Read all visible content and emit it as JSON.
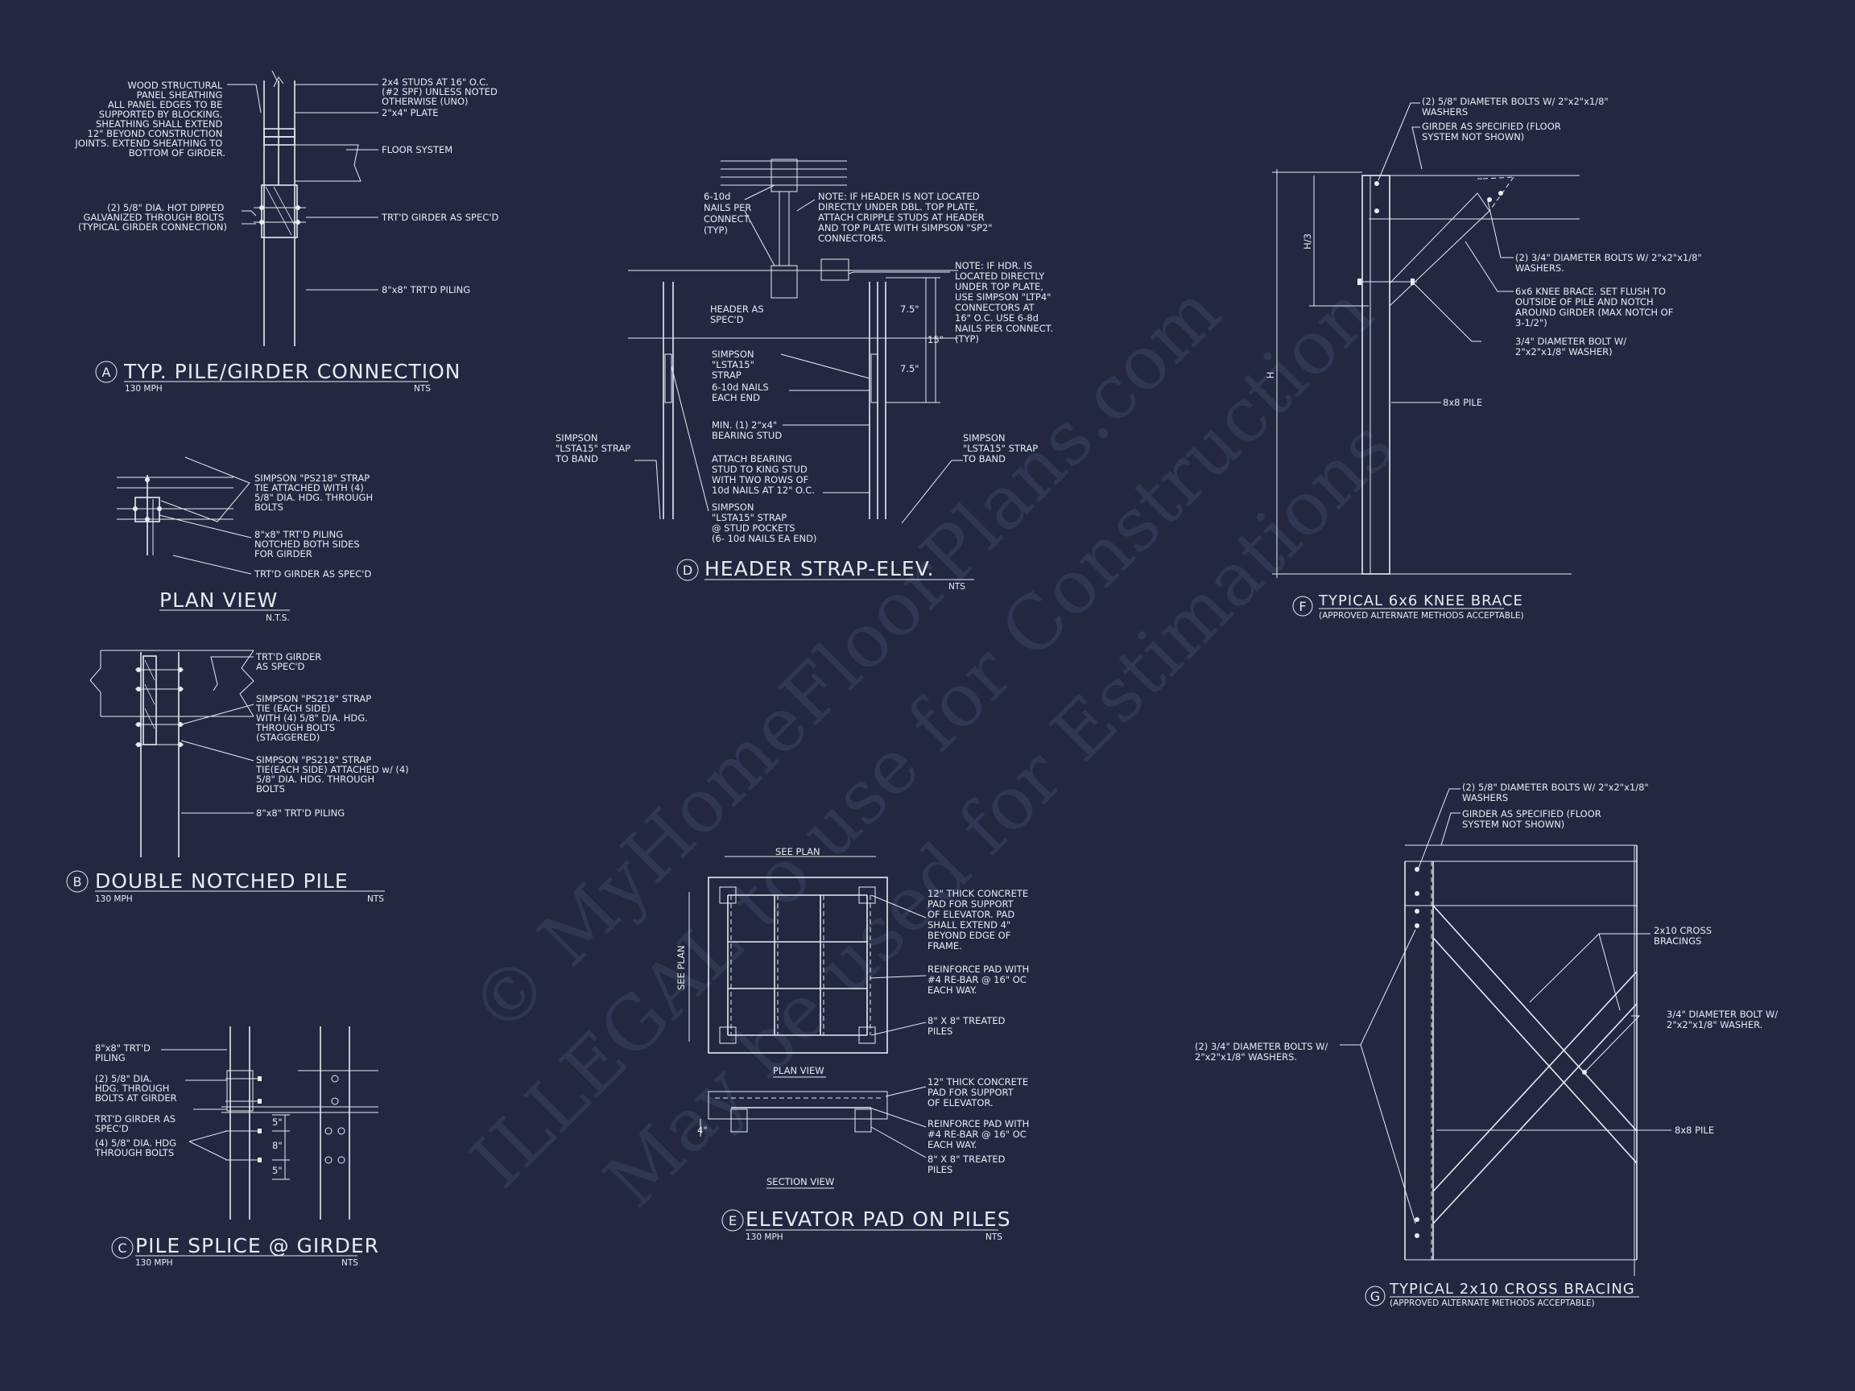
{
  "watermark": {
    "line1": "© MyHomeFloorPlans.com",
    "line2": "ILLEGAL to use for Construction",
    "line3": "May be used for Estimations"
  },
  "details": {
    "A": {
      "bubble": "A",
      "title": "TYP. PILE/GIRDER CONNECTION",
      "wind": "130 MPH",
      "scale": "NTS",
      "notes": {
        "sheathing": [
          "WOOD STRUCTURAL",
          "PANEL SHEATHING",
          "ALL PANEL EDGES TO BE",
          "SUPPORTED BY BLOCKING.",
          "SHEATHING SHALL EXTEND",
          "12\" BEYOND CONSTRUCTION",
          "JOINTS. EXTEND SHEATHING TO",
          "BOTTOM OF GIRDER."
        ],
        "studs": [
          "2x4 STUDS AT 16\" O.C.",
          "(#2 SPF) UNLESS NOTED",
          "OTHERWISE (UNO)"
        ],
        "plate": "2\"x4\" PLATE",
        "floor": "FLOOR SYSTEM",
        "bolts": [
          "(2) 5/8\" DIA. HOT DIPPED",
          "GALVANIZED THROUGH BOLTS",
          "(TYPICAL GIRDER CONNECTION)"
        ],
        "girder": "TRT'D GIRDER AS SPEC'D",
        "piling": "8\"x8\" TRT'D PILING"
      }
    },
    "plan_view": {
      "title": "PLAN VIEW",
      "scale": "N.T.S.",
      "notes": {
        "strap": [
          "SIMPSON \"PS218\" STRAP",
          "TIE ATTACHED WITH (4)",
          "5/8\" DIA. HDG. THROUGH",
          "BOLTS"
        ],
        "piling": [
          "8\"x8\" TRT'D PILING",
          "NOTCHED BOTH SIDES",
          "FOR GIRDER"
        ],
        "girder": "TRT'D GIRDER AS SPEC'D"
      }
    },
    "B": {
      "bubble": "B",
      "title": "DOUBLE NOTCHED PILE",
      "wind": "130 MPH",
      "scale": "NTS",
      "notes": {
        "girder": [
          "TRT'D GIRDER",
          "AS SPEC'D"
        ],
        "strap1": [
          "SIMPSON \"PS218\" STRAP",
          "TIE (EACH SIDE)",
          "WITH (4) 5/8\" DIA. HDG.",
          "THROUGH BOLTS",
          "(STAGGERED)"
        ],
        "strap2": [
          "SIMPSON \"PS218\" STRAP",
          "TIE(EACH SIDE) ATTACHED w/ (4)",
          "5/8\" DIA. HDG. THROUGH",
          "BOLTS"
        ],
        "piling": "8\"x8\" TRT'D PILING"
      }
    },
    "C": {
      "bubble": "C",
      "title": "PILE SPLICE @ GIRDER",
      "wind": "130 MPH",
      "scale": "NTS",
      "notes": {
        "piling": [
          "8\"x8\" TRT'D",
          "PILING"
        ],
        "bolts2": [
          "(2) 5/8\" DIA.",
          "HDG. THROUGH",
          "BOLTS AT GIRDER"
        ],
        "girder": [
          "TRT'D GIRDER AS",
          "SPEC'D"
        ],
        "bolts4": [
          "(4) 5/8\" DIA. HDG",
          "THROUGH BOLTS"
        ],
        "dims": [
          "5\"",
          "8\"",
          "5\""
        ]
      }
    },
    "D": {
      "bubble": "D",
      "title": "HEADER STRAP-ELEV.",
      "scale": "NTS",
      "notes": {
        "nails": [
          "6-10d",
          "NAILS PER",
          "CONNECT.",
          "(TYP)"
        ],
        "note1": [
          "NOTE: IF HEADER IS NOT LOCATED",
          "DIRECTLY UNDER DBL. TOP PLATE,",
          "ATTACH CRIPPLE STUDS AT HEADER",
          "AND TOP PLATE WITH SIMPSON \"SP2\"",
          "CONNECTORS."
        ],
        "note2": [
          "NOTE: IF HDR. IS",
          "LOCATED DIRECTLY",
          "UNDER TOP PLATE,",
          "USE SIMPSON \"LTP4\"",
          "CONNECTORS AT",
          "16\" O.C.  USE 6-8d",
          "NAILS PER CONNECT.",
          "(TYP)"
        ],
        "header": [
          "HEADER AS",
          "SPEC'D"
        ],
        "strap": [
          "SIMPSON",
          "\"LSTA15\"",
          "STRAP"
        ],
        "nails2": [
          "6-10d NAILS",
          "EACH END"
        ],
        "stud": [
          "MIN. (1) 2\"x4\"",
          "BEARING STUD"
        ],
        "attach": [
          "ATTACH BEARING",
          "STUD TO KING STUD",
          "WITH TWO ROWS OF",
          "10d NAILS AT 12\" O.C."
        ],
        "pockets": [
          "SIMPSON",
          "\"LSTA15\" STRAP",
          "@ STUD POCKETS",
          "(6- 10d NAILS EA END)"
        ],
        "band_left": [
          "SIMPSON",
          "\"LSTA15\" STRAP",
          "TO BAND"
        ],
        "band_right": [
          "SIMPSON",
          "\"LSTA15\" STRAP",
          "TO BAND"
        ],
        "dims": [
          "7.5\"",
          "15\"",
          "7.5\""
        ]
      }
    },
    "E": {
      "bubble": "E",
      "title": "ELEVATOR PAD ON PILES",
      "wind": "130 MPH",
      "scale": "NTS",
      "plan_label": "PLAN VIEW",
      "section_label": "SECTION VIEW",
      "see_plan": "SEE PLAN",
      "dim4": "4\"",
      "notes": {
        "pad": [
          "12\" THICK CONCRETE",
          "PAD FOR SUPPORT",
          "OF ELEVATOR. PAD",
          "SHALL EXTEND 4\"",
          "BEYOND EDGE OF",
          "FRAME."
        ],
        "rebar": [
          "REINFORCE PAD WITH",
          "#4 RE-BAR @ 16\" OC",
          "EACH WAY."
        ],
        "piles": [
          "8\" X 8\" TREATED",
          "PILES"
        ],
        "pad2": [
          "12\" THICK CONCRETE",
          "PAD FOR SUPPORT",
          "OF ELEVATOR."
        ],
        "rebar2": [
          "REINFORCE PAD WITH",
          "#4 RE-BAR @ 16\" OC",
          "EACH WAY."
        ],
        "piles2": [
          "8\" X 8\" TREATED",
          "PILES"
        ]
      }
    },
    "F": {
      "bubble": "F",
      "title": "TYPICAL 6x6 KNEE BRACE",
      "subtitle": "(APPROVED ALTERNATE METHODS ACCEPTABLE)",
      "notes": {
        "bolts1": [
          "(2) 5/8\" DIAMETER BOLTS W/ 2\"x2\"x1/8\"",
          "WASHERS"
        ],
        "girder": [
          "GIRDER AS SPECIFIED (FLOOR",
          "SYSTEM NOT SHOWN)"
        ],
        "bolts2": [
          "(2) 3/4\" DIAMETER BOLTS W/ 2\"x2\"x1/8\"",
          "WASHERS."
        ],
        "brace": [
          "6x6 KNEE BRACE. SET FLUSH TO",
          "OUTSIDE OF PILE AND NOTCH",
          "AROUND GIRDER (MAX NOTCH OF",
          "3-1/2\")"
        ],
        "bolt3": [
          "3/4\" DIAMETER BOLT W/",
          "2\"x2\"x1/8\" WASHER)"
        ],
        "pile": "8x8 PILE",
        "dim_h3": "H/3",
        "dim_h": "H"
      }
    },
    "G": {
      "bubble": "G",
      "title": "TYPICAL 2x10 CROSS BRACING",
      "subtitle": "(APPROVED ALTERNATE METHODS ACCEPTABLE)",
      "notes": {
        "bolts1": [
          "(2) 5/8\" DIAMETER BOLTS W/ 2\"x2\"x1/8\"",
          "WASHERS"
        ],
        "girder": [
          "GIRDER AS SPECIFIED (FLOOR",
          "SYSTEM NOT SHOWN)"
        ],
        "cross": [
          "2x10 CROSS",
          "BRACINGS"
        ],
        "bolt": [
          "3/4\" DIAMETER BOLT W/",
          "2\"x2\"x1/8\" WASHER."
        ],
        "bolts3": [
          "(2) 3/4\" DIAMETER BOLTS W/",
          "2\"x2\"x1/8\" WASHERS."
        ],
        "pile": "8x8 PILE"
      }
    }
  }
}
